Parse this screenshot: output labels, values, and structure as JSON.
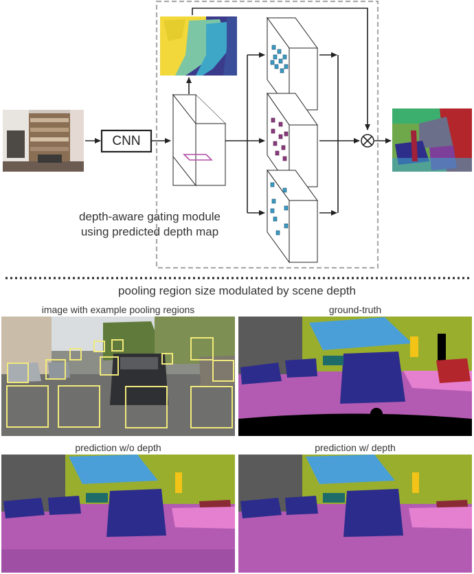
{
  "top_diagram": {
    "cnn_label": "CNN",
    "module_caption_line1": "depth-aware gating module",
    "module_caption_line2": "using predicted depth map",
    "multiply_symbol": "⊗"
  },
  "section_title": "pooling region size modulated by scene depth",
  "panels": [
    {
      "caption": "image with example pooling regions"
    },
    {
      "caption": "ground-truth"
    },
    {
      "caption": "prediction w/o depth"
    },
    {
      "caption": "prediction w/ depth"
    }
  ],
  "colors": {
    "road": "#b35bb2",
    "sky": "#4a9fd8",
    "vegetation": "#9aae2e",
    "car": "#2c2c8c",
    "building": "#5a5a5a",
    "sidewalk": "#e57fd0",
    "sign": "#f3c417",
    "module_border": "#aaaaaa",
    "pool_box": "#f2ea7c"
  }
}
